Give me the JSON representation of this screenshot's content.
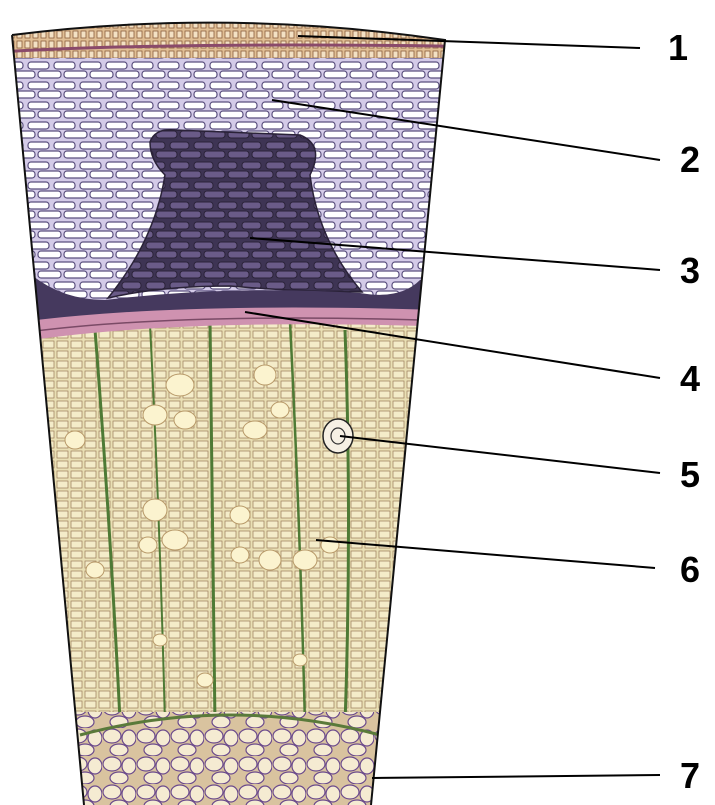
{
  "diagram": {
    "callouts": [
      {
        "id": "1",
        "label": "1"
      },
      {
        "id": "2",
        "label": "2"
      },
      {
        "id": "3",
        "label": "3"
      },
      {
        "id": "4",
        "label": "4"
      },
      {
        "id": "5",
        "label": "5"
      },
      {
        "id": "6",
        "label": "6"
      },
      {
        "id": "7",
        "label": "7"
      }
    ],
    "colors": {
      "epidermis": "#d9b48a",
      "cortex": "#c9bfe3",
      "phloem_fibre": "#4b3f63",
      "cambium": "#c98aa8",
      "xylem": "#e8dcb0",
      "xylem_ray": "#4e7a35",
      "pith": "#efe3c8",
      "outline": "#111111"
    }
  }
}
